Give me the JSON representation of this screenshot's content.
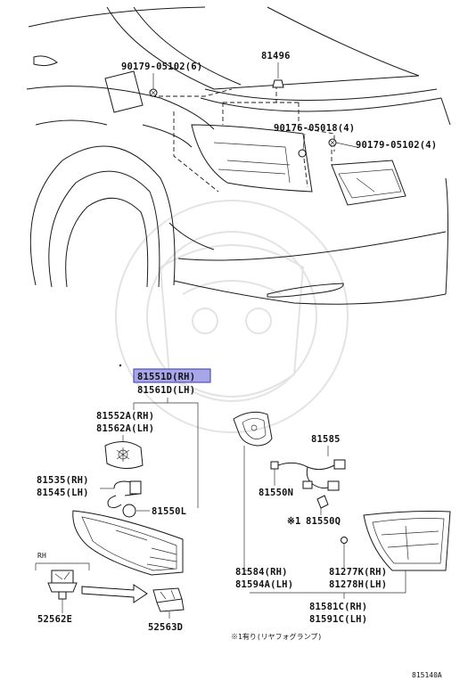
{
  "diagram": {
    "callouts": {
      "bolt_left": "90179-05102(6)",
      "clip_top": "81496",
      "nut_mid": "90176-05018(4)",
      "bolt_right": "90179-05102(4)",
      "lamp_rh": "81551D(RH)",
      "lamp_lh": "81561D(LH)",
      "socket_rh": "81552A(RH)",
      "socket_lh": "81562A(LH)",
      "harness_rh": "81535(RH)",
      "harness_lh": "81545(LH)",
      "bulb_left": "81550L",
      "gasket_rh": "81584(RH)",
      "gasket_lh": "81594A(LH)",
      "wire": "81585",
      "bulb_n": "81550N",
      "bulb_q": "81550Q",
      "retainer_rh": "81277K(RH)",
      "retainer_lh": "81278H(LH)",
      "fog_rh": "81581C(RH)",
      "fog_lh": "81591C(LH)",
      "clip_rh_label": "RH",
      "clip_a": "52562E",
      "clip_b": "52563D"
    },
    "markers": {
      "q_prefix": "※1"
    },
    "footnote": "※1有り(リヤフォグランプ)",
    "diagram_id": "815140A"
  }
}
